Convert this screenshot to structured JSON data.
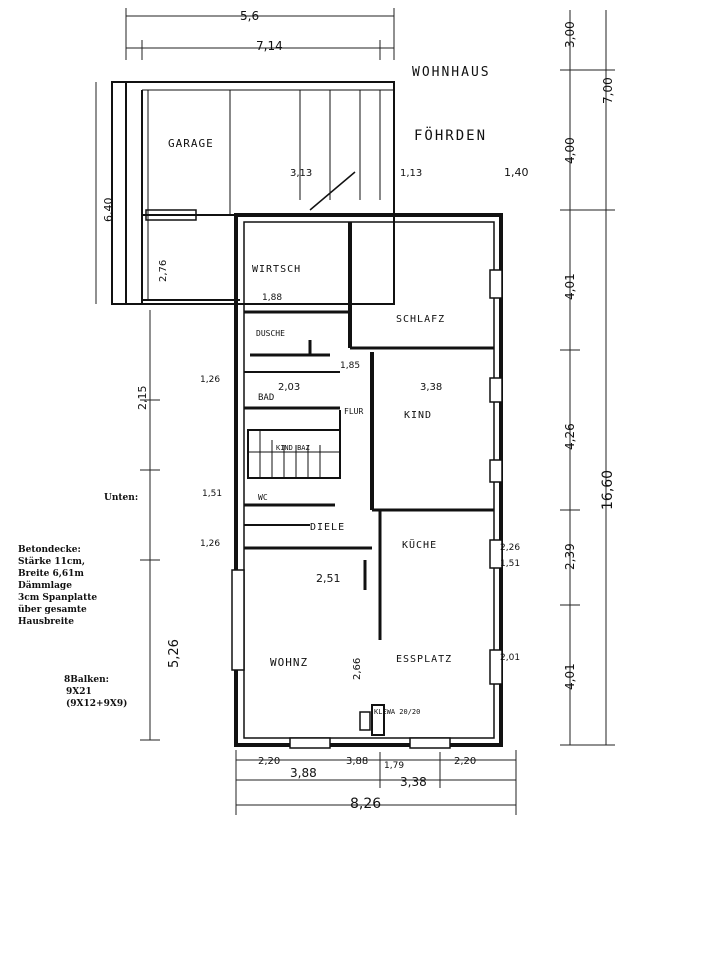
{
  "title": "WOHNHAUS",
  "place": "FÖHRDEN",
  "rooms": {
    "garage": "GARAGE",
    "wirtsch": "WIRTSCH",
    "schlafz": "SCHLAFZ",
    "dusche": "DUSCHE",
    "bad": "BAD",
    "flur": "FLUR",
    "kind": "KIND",
    "kinderbaz": "KIND BAZ",
    "wc": "WC",
    "diele": "DIELE",
    "kueche": "KÜCHE",
    "wohnz": "WOHNZ",
    "essplatz": "ESSPLATZ",
    "ewa": "KLEWA 20/20"
  },
  "top_dims": {
    "d1": "5,6",
    "d2": "7,14",
    "d3": "3,00",
    "d4": "7,00",
    "d5": "4,00",
    "d6": "1,40"
  },
  "right_dims": {
    "d1": "4,01",
    "d2": "4,26",
    "d3": "2,39",
    "d4": "16,60",
    "d5": "4,01"
  },
  "left_dims": {
    "d1": "2,15",
    "d2": "5,26",
    "d3": "2,76",
    "d4": "6,40"
  },
  "bottom_dims": {
    "d1": "3,88",
    "d2": "3,38",
    "d3": "8,26",
    "d4": "2,20",
    "d5": "2,20",
    "d6": "3,88",
    "d7": "1,79"
  },
  "inner_dims": {
    "a": "2,03",
    "b": "3,38",
    "c": "2,51",
    "d": "2,66",
    "e": "1,88",
    "f": "1,85",
    "g": "1,13",
    "h": "3,13",
    "i": "1,26",
    "j": "1,51",
    "k": "2,26",
    "l": "1,51",
    "m": "2,01",
    "n": "1,26"
  },
  "notes": {
    "unten": "Unten:",
    "betondecke": [
      "Betondecke:",
      "Stärke 11cm,",
      "Breite 6,61m",
      "Dämmlage",
      "3cm Spanplatte",
      "über gesamte",
      "Hausbreite"
    ],
    "balken": [
      "8Balken:",
      "9X21",
      "(9X12+9X9)"
    ]
  }
}
